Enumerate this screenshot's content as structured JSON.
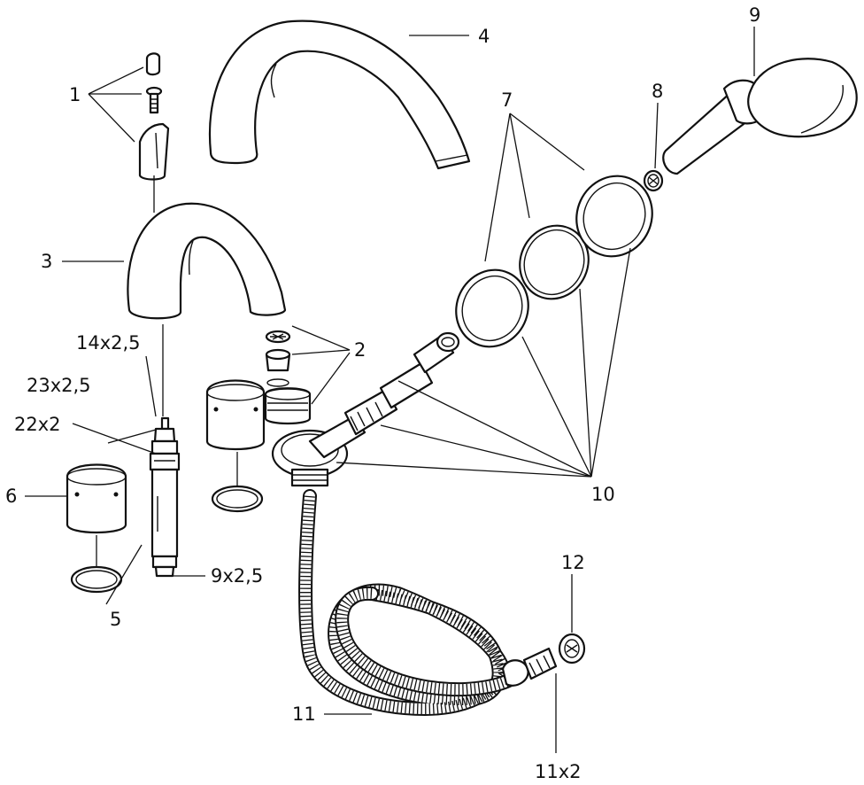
{
  "labels": {
    "l1": "1",
    "l2": "2",
    "l3": "3",
    "l4": "4",
    "l5": "5",
    "l6": "6",
    "l7": "7",
    "l8": "8",
    "l9": "9",
    "l10": "10",
    "l11": "11",
    "l12": "12",
    "l14x25": "14x2,5",
    "l23x25": "23x2,5",
    "l22x2": "22x2",
    "l9x25": "9x2,5",
    "l11x2": "11x2"
  }
}
